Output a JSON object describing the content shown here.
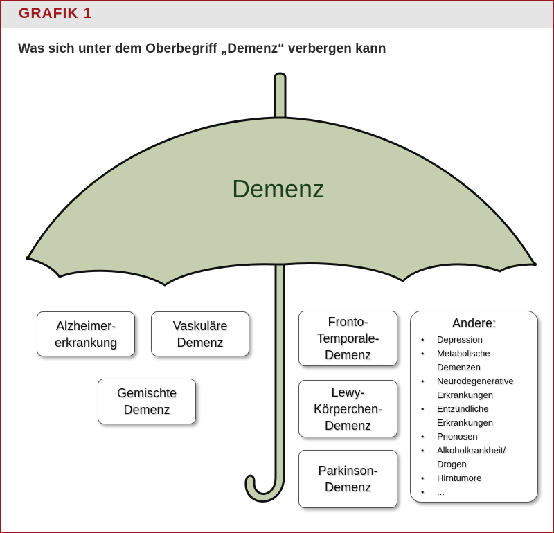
{
  "header": {
    "title": "GRAFIK 1"
  },
  "subtitle": "Was sich unter dem Oberbegriff „Demenz“ verbergen kann",
  "umbrella": {
    "label": "Demenz",
    "canopy_color": "#c5cfaf",
    "outline_color": "#111111"
  },
  "boxes": {
    "alzheimer": "Alzheimer-\nerkrankung",
    "vaskulaere": "Vaskuläre\nDemenz",
    "gemischte": "Gemischte\nDemenz",
    "fronto": "Fronto-\nTemporale-\nDemenz",
    "lewy": "Lewy-\nKörperchen-\nDemenz",
    "parkinson": "Parkinson-\nDemenz"
  },
  "andere": {
    "title": "Andere:",
    "items": [
      "Depression",
      "Metabolische\nDemenzen",
      "Neurodegenerative\nErkrankungen",
      "Entzündliche\nErkrankungen",
      "Prionosen",
      "Alkoholkrankheit/\nDrogen",
      "Hirntumore",
      "..."
    ]
  },
  "colors": {
    "frame": "#9a1b1f",
    "header_bg": "#e5e5e6",
    "header_text": "#a0181c"
  }
}
